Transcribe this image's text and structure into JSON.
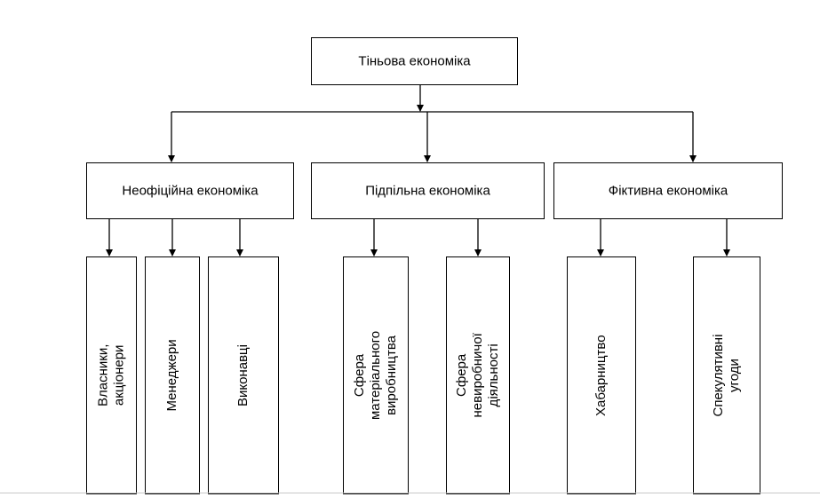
{
  "diagram": {
    "root": {
      "label": "Тіньова економіка"
    },
    "categories": [
      {
        "label": "Неофіційна економіка",
        "children": [
          "Власники, акціонери",
          "Менеджери",
          "Виконавці"
        ]
      },
      {
        "label": "Підпільна економіка",
        "children": [
          "Сфера матеріального\nвиробництва",
          "Сфера невиробничої\nдіяльності"
        ]
      },
      {
        "label": "Фіктивна економіка",
        "children": [
          "Хабарництво",
          "Спекулятивні угоди"
        ]
      }
    ]
  }
}
